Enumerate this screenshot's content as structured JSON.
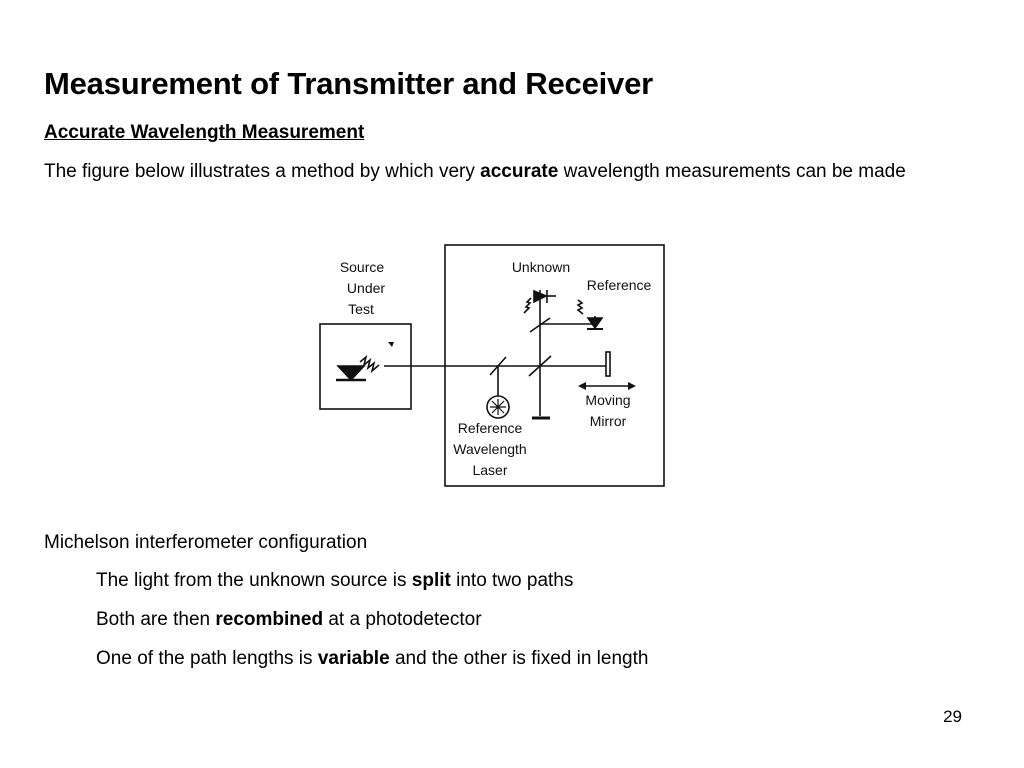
{
  "title": "Measurement of Transmitter and Receiver",
  "section_heading": "Accurate Wavelength Measurement",
  "intro": {
    "before": "The figure below illustrates a method by which very",
    "emphasis": "accurate",
    "after": "wavelength measurements can be made"
  },
  "figure": {
    "source_label": [
      "Source",
      "Under",
      "Test"
    ],
    "unknown_label": "Unknown",
    "reference_label": "Reference",
    "laser_label": [
      "Reference",
      "Wavelength",
      "Laser"
    ],
    "mirror_label": [
      "Moving",
      "Mirror"
    ]
  },
  "caption": "Michelson interferometer configuration",
  "bullets": [
    {
      "before": "The light from the unknown source is",
      "emphasis": "split",
      "after": "into two paths"
    },
    {
      "before": "Both are then",
      "emphasis": "recombined",
      "after": "at a photodetector"
    },
    {
      "before": "One of the path lengths is",
      "emphasis": "variable",
      "after": "and the other is fixed in length"
    }
  ],
  "page_number": "29"
}
